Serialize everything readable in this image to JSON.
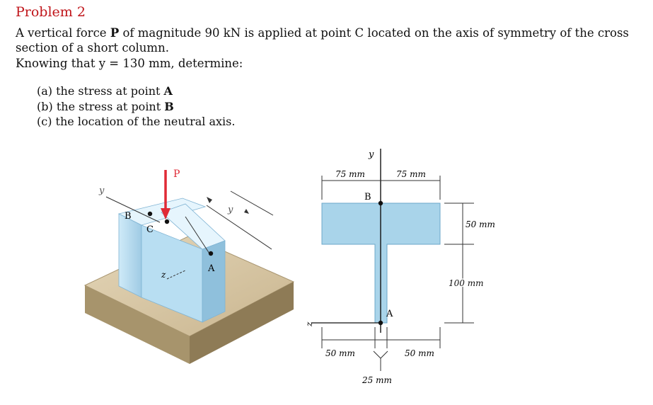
{
  "problem": {
    "title": "Problem 2",
    "statement": {
      "t1": "A vertical force ",
      "force_symbol": "P",
      "t2": " of magnitude 90 kN is applied at point C located on the axis of symmetry of the cross section of a short column."
    },
    "given": "Knowing that y = 130 mm, determine:",
    "parts": [
      {
        "label": "(a)",
        "text": "the stress at point ",
        "point": "A"
      },
      {
        "label": "(b)",
        "text": "the stress at point ",
        "point": "B"
      },
      {
        "label": "(c)",
        "text": "the location of the neutral axis.",
        "point": ""
      }
    ]
  },
  "column_figure": {
    "label_y": "y",
    "label_p": "P",
    "label_b": "B",
    "label_c": "C",
    "label_z": "z",
    "label_a": "A",
    "label_y_var": "y"
  },
  "section_figure": {
    "label_y": "y",
    "label_z": "z",
    "label_b": "B",
    "label_a": "A",
    "dim_left_flange": "75 mm",
    "dim_right_flange": "75 mm",
    "dim_flange_thickness": "50 mm",
    "dim_web_height": "100 mm",
    "dim_left_bottom": "50 mm",
    "dim_right_bottom": "50 mm",
    "dim_web_width": "25 mm"
  },
  "colors": {
    "title": "#c0161b",
    "section_fill": "#a9d4ea",
    "column_face": "#bfe0f2",
    "base_top": "#d8c6a4",
    "force_arrow": "#e02a36"
  }
}
